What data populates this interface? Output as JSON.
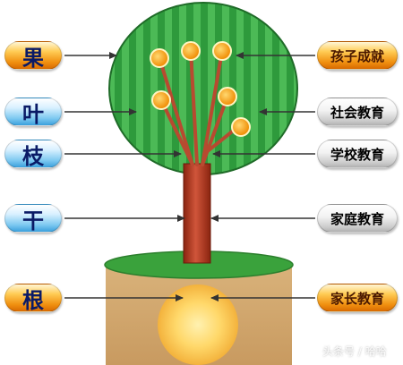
{
  "left_labels": [
    {
      "text": "果",
      "color": "orange"
    },
    {
      "text": "叶",
      "color": "blue"
    },
    {
      "text": "枝",
      "color": "blue"
    },
    {
      "text": "干",
      "color": "blue"
    },
    {
      "text": "根",
      "color": "orange"
    }
  ],
  "right_labels": [
    {
      "text": "孩子成就",
      "color": "orange"
    },
    {
      "text": "社会教育",
      "color": "gray"
    },
    {
      "text": "学校教育",
      "color": "gray"
    },
    {
      "text": "家庭教育",
      "color": "gray"
    },
    {
      "text": "家长教育",
      "color": "orange"
    }
  ],
  "watermark": "头条号 / 哈哈"
}
